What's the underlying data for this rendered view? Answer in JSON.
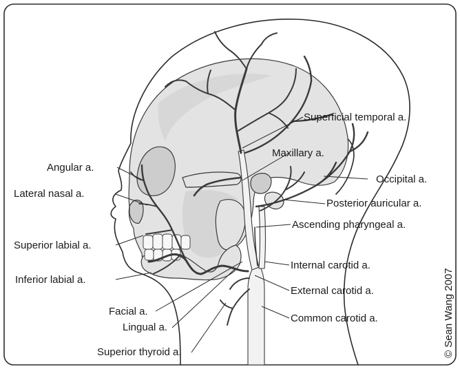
{
  "figure": {
    "labels": {
      "superficial_temporal": "Superficial temporal a.",
      "maxillary": "Maxillary a.",
      "angular": "Angular a.",
      "occipital": "Occipital a.",
      "lateral_nasal": "Lateral nasal a.",
      "posterior_auricular": "Posterior auricular a.",
      "ascending_pharyngeal": "Ascending pharyngeal a.",
      "superior_labial": "Superior labial a.",
      "internal_carotid": "Internal carotid a.",
      "inferior_labial": "Inferior labial a.",
      "external_carotid": "External carotid a.",
      "facial": "Facial a.",
      "lingual": "Lingual a.",
      "common_carotid": "Common carotid a.",
      "superior_thyroid": "Superior thyroid a."
    },
    "copyright": "© Sean Wang 2007"
  }
}
